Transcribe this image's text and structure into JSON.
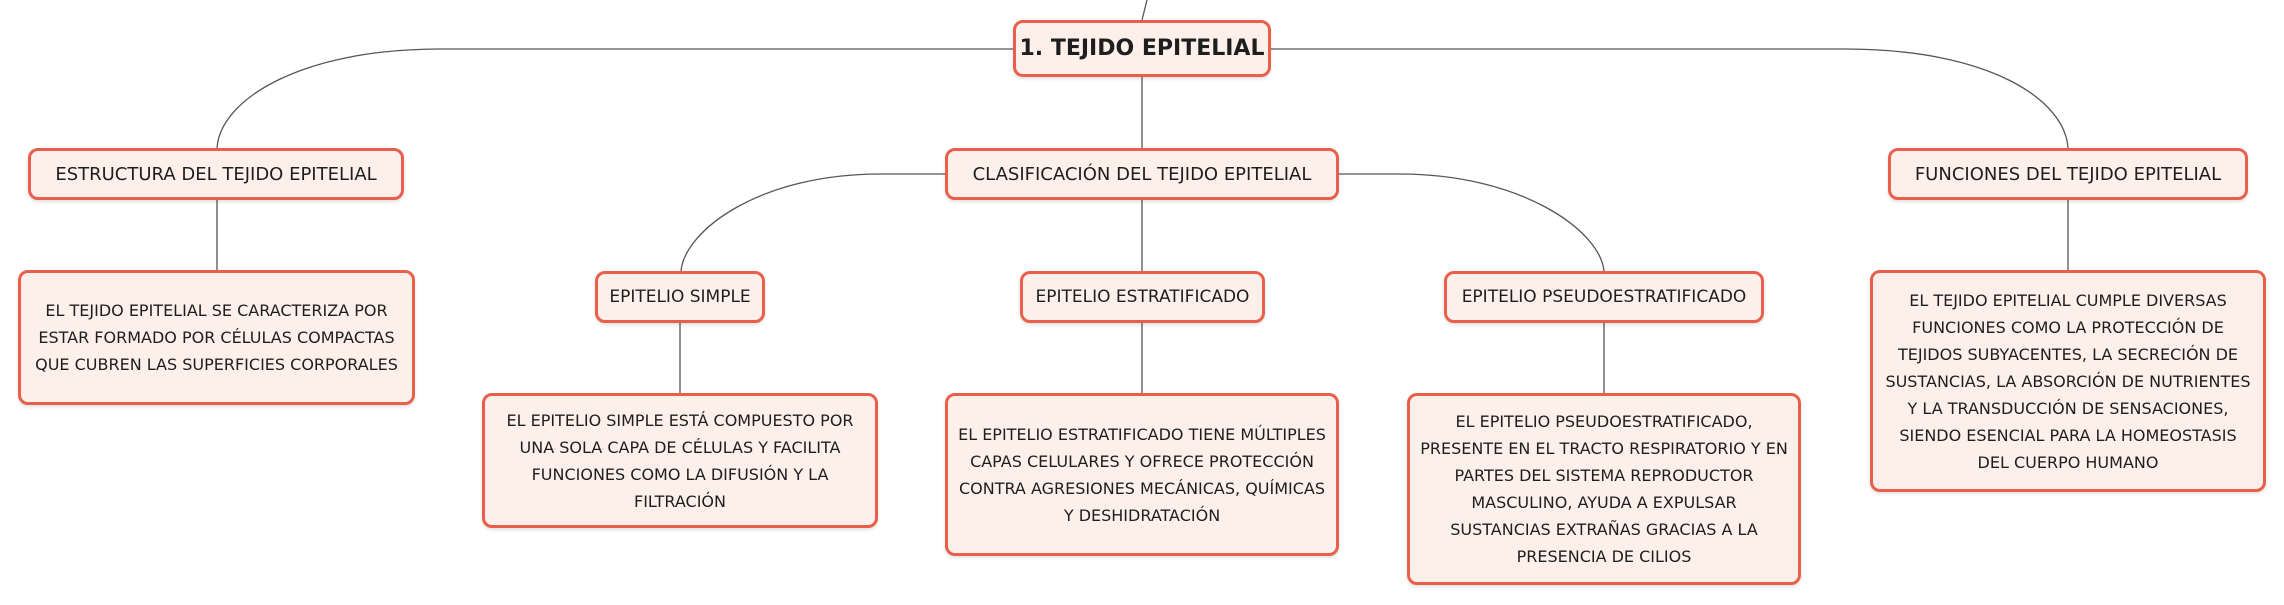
{
  "root": {
    "label": "1. TEJIDO EPITELIAL"
  },
  "structure": {
    "label": "ESTRUCTURA DEL TEJIDO EPITELIAL",
    "description": "EL TEJIDO EPITELIAL SE CARACTERIZA POR ESTAR FORMADO POR CÉLULAS COMPACTAS QUE CUBREN LAS SUPERFICIES CORPORALES"
  },
  "classification": {
    "label": "CLASIFICACIÓN DEL TEJIDO EPITELIAL",
    "simple": {
      "label": "EPITELIO SIMPLE",
      "description": "EL EPITELIO SIMPLE ESTÁ COMPUESTO POR UNA SOLA CAPA DE CÉLULAS Y FACILITA FUNCIONES COMO LA DIFUSIÓN Y LA FILTRACIÓN"
    },
    "stratified": {
      "label": "EPITELIO ESTRATIFICADO",
      "description": "EL EPITELIO ESTRATIFICADO TIENE MÚLTIPLES CAPAS CELULARES Y OFRECE PROTECCIÓN CONTRA AGRESIONES MECÁNICAS, QUÍMICAS Y DESHIDRATACIÓN"
    },
    "pseudostratified": {
      "label": "EPITELIO PSEUDOESTRATIFICADO",
      "description": "EL EPITELIO PSEUDOESTRATIFICADO, PRESENTE EN EL TRACTO RESPIRATORIO Y EN PARTES DEL SISTEMA REPRODUCTOR MASCULINO, AYUDA A EXPULSAR SUSTANCIAS EXTRAÑAS GRACIAS A LA PRESENCIA DE CILIOS"
    }
  },
  "functions": {
    "label": "FUNCIONES DEL TEJIDO EPITELIAL",
    "description": "EL TEJIDO EPITELIAL CUMPLE DIVERSAS FUNCIONES COMO LA PROTECCIÓN DE TEJIDOS SUBYACENTES, LA SECRECIÓN DE SUSTANCIAS, LA ABSORCIÓN DE NUTRIENTES Y LA TRANSDUCCIÓN DE SENSACIONES, SIENDO ESENCIAL PARA LA HOMEOSTASIS DEL CUERPO HUMANO"
  },
  "colors": {
    "border": "#e8604c",
    "fill": "#fdf0ea",
    "connector": "#555555"
  }
}
